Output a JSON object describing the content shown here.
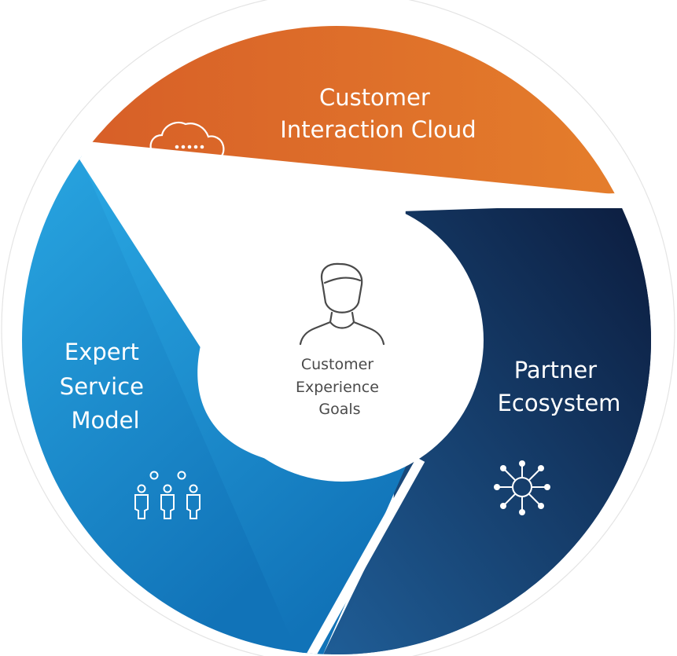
{
  "diagram": {
    "center": {
      "label_lines": [
        "Customer",
        "Experience",
        "Goals"
      ],
      "icon": "person-icon"
    },
    "segments": [
      {
        "id": "customer-interaction-cloud",
        "label_lines": [
          "Customer",
          "Interaction Cloud"
        ],
        "icon": "cloud-icon",
        "color_start": "#d55a27",
        "color_end": "#e6812c"
      },
      {
        "id": "partner-ecosystem",
        "label_lines": [
          "Partner",
          "Ecosystem"
        ],
        "icon": "network-hub-icon",
        "color_start": "#0e1f44",
        "color_end": "#1e5990"
      },
      {
        "id": "expert-service-model",
        "label_lines": [
          "Expert",
          "Service",
          "Model"
        ],
        "icon": "people-group-icon",
        "color_start": "#2aa5e0",
        "color_end": "#1478bd"
      }
    ],
    "outline_color": "#e4e4e4"
  }
}
